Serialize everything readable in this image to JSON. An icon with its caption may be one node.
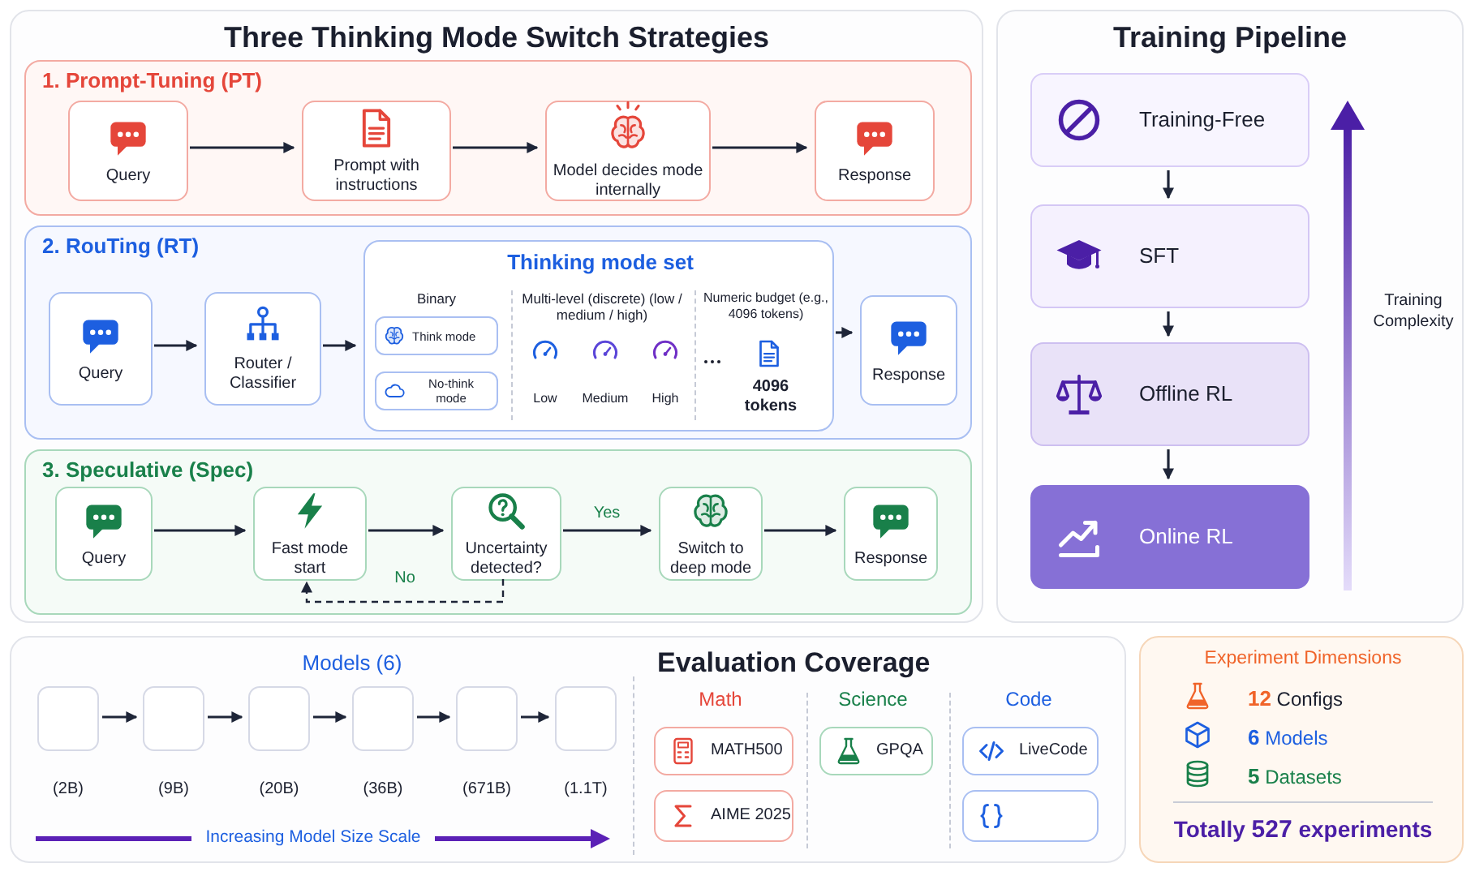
{
  "diagram": {
    "nodes": [
      {
        "text": [
          "Three Thinking Mode Switch Strategies"
        ]
      },
      {
        "text": [
          "1. Prompt-Tuning (PT)"
        ],
        "in": 0
      },
      {
        "text": [
          "Query"
        ],
        "in": 1
      },
      {
        "text": [
          "Prompt with instructions"
        ],
        "in": 1
      },
      {
        "text": [
          "Model decides mode internally"
        ],
        "in": 1
      },
      {
        "text": [
          "Response"
        ],
        "in": 1
      },
      {
        "text": [
          "2. RouTing (RT)"
        ],
        "in": 0
      },
      {
        "text": [
          "Query"
        ],
        "in": 6
      },
      {
        "text": [
          "Router / Classifier"
        ],
        "in": 6
      },
      {
        "text": [
          "Thinking mode set",
          "Binary",
          "Multi-level (discrete) (low / medium / high)",
          "Low",
          "Medium",
          "High",
          "Numeric budget (e.g., 4096 tokens)",
          "4096 tokens"
        ],
        "in": 6
      },
      {
        "text": [
          "Think mode"
        ],
        "in": 9
      },
      {
        "text": [
          "No-think mode"
        ],
        "in": 9
      },
      {
        "text": [
          "Response"
        ],
        "in": 6
      },
      {
        "text": [
          "3. Speculative (Spec)"
        ],
        "in": 0
      },
      {
        "text": [
          "Query"
        ],
        "in": 13
      },
      {
        "text": [
          "Fast mode start"
        ],
        "in": 13
      },
      {
        "text": [
          "Uncertainty detected?"
        ],
        "in": 13
      },
      {
        "text": [
          "Switch to deep mode"
        ],
        "in": 13
      },
      {
        "text": [
          "Response"
        ],
        "in": 13
      },
      {
        "text": [
          "Training Pipeline"
        ]
      },
      {
        "text": [
          "Training-Free"
        ],
        "in": 19
      },
      {
        "text": [
          "SFT"
        ],
        "in": 19
      },
      {
        "text": [
          "Offline RL"
        ],
        "in": 19
      },
      {
        "text": [
          "Online RL"
        ],
        "in": 19
      },
      {
        "text": [
          "Models (6)",
          "Evaluation Coverage"
        ]
      },
      {
        "text": [],
        "shape": "box",
        "in": 24,
        "beside": [
          "(2B)"
        ]
      },
      {
        "text": [],
        "shape": "box",
        "in": 24,
        "beside": [
          "(9B)"
        ]
      },
      {
        "text": [],
        "shape": "box",
        "in": 24,
        "beside": [
          "(20B)"
        ]
      },
      {
        "text": [],
        "shape": "box",
        "in": 24,
        "beside": [
          "(36B)"
        ]
      },
      {
        "text": [],
        "shape": "box",
        "in": 24,
        "beside": [
          "(671B)"
        ]
      },
      {
        "text": [],
        "shape": "box",
        "in": 24,
        "beside": [
          "(1.1T)"
        ]
      },
      {
        "text": [
          "MATH500"
        ],
        "in": 24
      },
      {
        "text": [
          "AIME 2025"
        ],
        "in": 24
      },
      {
        "text": [
          "GPQA"
        ],
        "in": 24
      },
      {
        "text": [
          "LiveCode"
        ],
        "in": 24
      },
      {
        "text": [],
        "shape": "box",
        "in": 24
      },
      {
        "text": [
          "Experiment Dimensions",
          "**12** Configs",
          "**6** Models",
          "**5** Datasets",
          "Totally **527** experiments"
        ]
      }
    ],
    "edges": [
      {
        "from": 2,
        "to": 3,
        "arrow": "to"
      },
      {
        "from": 3,
        "to": 4,
        "arrow": "to"
      },
      {
        "from": 4,
        "to": 5,
        "arrow": "to"
      },
      {
        "from": 7,
        "to": 8,
        "arrow": "to"
      },
      {
        "from": 8,
        "to": 9,
        "arrow": "to"
      },
      {
        "from": 9,
        "to": 12,
        "arrow": "to"
      },
      {
        "from": 14,
        "to": 15,
        "arrow": "to"
      },
      {
        "from": 15,
        "to": 16,
        "arrow": "to"
      },
      {
        "from": 16,
        "to": 17,
        "arrow": "to",
        "label": "Yes"
      },
      {
        "from": 17,
        "to": 18,
        "arrow": "to"
      },
      {
        "from": 16,
        "to": 15,
        "arrow": "to",
        "label": "No",
        "style": "dashed"
      },
      {
        "from": 20,
        "to": 21,
        "arrow": "to"
      },
      {
        "from": 21,
        "to": 22,
        "arrow": "to"
      },
      {
        "from": 22,
        "to": 23,
        "arrow": "to"
      },
      {
        "from": 25,
        "to": 26,
        "arrow": "to"
      },
      {
        "from": 26,
        "to": 27,
        "arrow": "to"
      },
      {
        "from": 27,
        "to": 28,
        "arrow": "to"
      },
      {
        "from": 28,
        "to": 29,
        "arrow": "to"
      },
      {
        "from": 29,
        "to": 30,
        "arrow": "to"
      }
    ],
    "labels": [
      "Training Complexity",
      "Increasing Model Size Scale",
      "Math",
      "Science",
      "Code"
    ]
  }
}
